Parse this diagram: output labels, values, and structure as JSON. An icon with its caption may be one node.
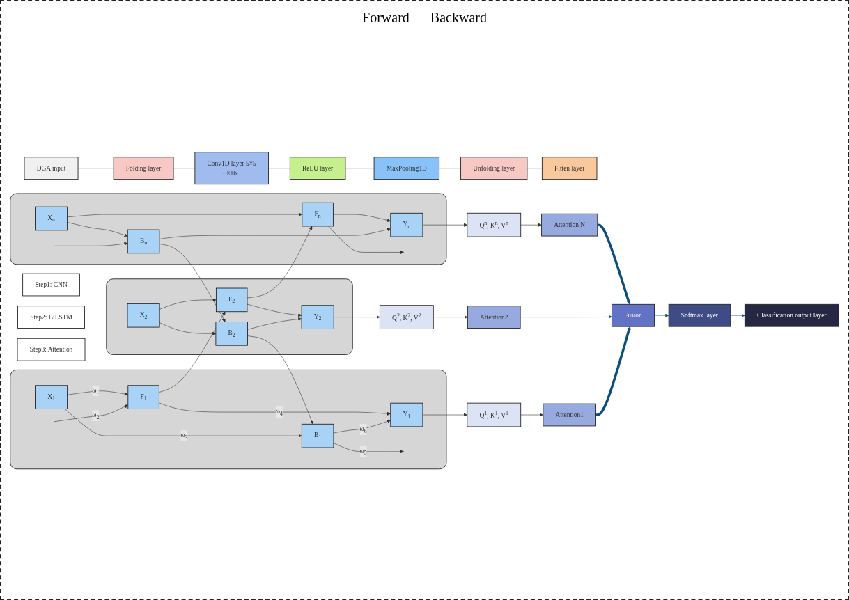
{
  "diagram": {
    "nodes": [
      {
        "text": [
          "DGA input"
        ]
      },
      {
        "text": [
          "Folding layer"
        ]
      },
      {
        "text": [
          "Conv1D layer 5×5",
          "···×16···"
        ]
      },
      {
        "text": [
          "ReLU layer"
        ]
      },
      {
        "text": [
          "MaxPooling1D"
        ]
      },
      {
        "text": [
          "Unfolding layer"
        ]
      },
      {
        "text": [
          "Fltten layer"
        ]
      },
      {
        "text": [],
        "shape": "box"
      },
      {
        "text": [
          "X$_{n}$"
        ],
        "in": 7
      },
      {
        "text": [
          "B$_{n}$"
        ],
        "in": 7
      },
      {
        "text": [
          "F$_{n}$"
        ],
        "in": 7
      },
      {
        "text": [
          "Y$_{n}$"
        ],
        "in": 7
      },
      {
        "text": [],
        "shape": "box"
      },
      {
        "text": [
          "X$_{2}$"
        ],
        "in": 12
      },
      {
        "text": [
          "B$_{2}$"
        ],
        "in": 12
      },
      {
        "text": [
          "F$_{2}$"
        ],
        "in": 12
      },
      {
        "text": [
          "Y$_{2}$"
        ],
        "in": 12
      },
      {
        "text": [],
        "shape": "box"
      },
      {
        "text": [
          "X$_{1}$"
        ],
        "in": 17
      },
      {
        "text": [
          "B$_{1}$"
        ],
        "in": 17
      },
      {
        "text": [
          "F$_{1}$"
        ],
        "in": 17
      },
      {
        "text": [
          "Y$_{1}$"
        ],
        "in": 17
      },
      {
        "text": [
          "Q$^{n}$, K$^{n}$, V$^{n}$"
        ]
      },
      {
        "text": [
          "Attention N"
        ]
      },
      {
        "text": [
          "Q$^{2}$, K$^{2}$, V$^{2}$"
        ]
      },
      {
        "text": [
          "Attention2"
        ]
      },
      {
        "text": [
          "Q$^{1}$, K$^{1}$, V$^{1}$"
        ]
      },
      {
        "text": [
          "Attention1"
        ]
      },
      {
        "text": [
          "Fusion"
        ]
      },
      {
        "text": [
          "Softmax layer"
        ]
      },
      {
        "text": [
          "Classification output layer"
        ]
      },
      {
        "text": [
          "Step1: CNN"
        ]
      },
      {
        "text": [
          "Step2: BiLSTM"
        ]
      },
      {
        "text": [
          "Step3: Attention"
        ]
      }
    ],
    "edges": [
      {
        "from": 0,
        "to": 1,
        "arrow": "none"
      },
      {
        "from": 1,
        "to": 2,
        "arrow": "none"
      },
      {
        "from": 2,
        "to": 3,
        "arrow": "none"
      },
      {
        "from": 3,
        "to": 4,
        "arrow": "none"
      },
      {
        "from": 4,
        "to": 5,
        "arrow": "none"
      },
      {
        "from": 5,
        "to": 6,
        "arrow": "none"
      },
      {
        "from": 8,
        "to": 9,
        "arrow": "to"
      },
      {
        "from": 8,
        "to": 10,
        "arrow": "to"
      },
      {
        "from": 10,
        "to": 11,
        "arrow": "to"
      },
      {
        "from": 9,
        "to": 11,
        "arrow": "to"
      },
      {
        "from": 11,
        "to": 22,
        "arrow": "to"
      },
      {
        "from": 22,
        "to": 23,
        "arrow": "to"
      },
      {
        "from": 10,
        "to": null,
        "arrow": "to"
      },
      {
        "from": null,
        "to": 9,
        "arrow": "to"
      },
      {
        "from": 13,
        "to": 14,
        "arrow": "to"
      },
      {
        "from": 13,
        "to": 15,
        "arrow": "to"
      },
      {
        "from": 15,
        "to": 16,
        "arrow": "to"
      },
      {
        "from": 14,
        "to": 16,
        "arrow": "to"
      },
      {
        "from": 16,
        "to": 24,
        "arrow": "to"
      },
      {
        "from": 24,
        "to": 25,
        "arrow": "to"
      },
      {
        "from": 15,
        "to": 10,
        "arrow": "to"
      },
      {
        "from": 9,
        "to": 14,
        "arrow": "to"
      },
      {
        "from": 18,
        "to": 19,
        "arrow": "to",
        "label": "ω$_{3}$"
      },
      {
        "from": 18,
        "to": 20,
        "arrow": "to",
        "label": "ω$_{1}$"
      },
      {
        "from": 20,
        "to": 21,
        "arrow": "to",
        "label": "ω$_{4}$"
      },
      {
        "from": 19,
        "to": 21,
        "arrow": "to",
        "label": "ω$_{6}$"
      },
      {
        "from": 21,
        "to": 26,
        "arrow": "to"
      },
      {
        "from": 26,
        "to": 27,
        "arrow": "to"
      },
      {
        "from": 20,
        "to": 15,
        "arrow": "to"
      },
      {
        "from": 14,
        "to": 19,
        "arrow": "to"
      },
      {
        "from": null,
        "to": 20,
        "arrow": "to",
        "label": "ω$_{2}$"
      },
      {
        "from": 19,
        "to": null,
        "arrow": "to",
        "label": "ω$_{5}$"
      },
      {
        "from": 23,
        "to": 28,
        "arrow": "to",
        "style": "thick",
        "color": "#0b4f7c"
      },
      {
        "from": 25,
        "to": 28,
        "arrow": "to",
        "color": "#0b4f7c"
      },
      {
        "from": 27,
        "to": 28,
        "arrow": "to",
        "style": "thick",
        "color": "#0b4f7c"
      },
      {
        "from": 28,
        "to": 29,
        "arrow": "to",
        "color": "#0b4f7c"
      },
      {
        "from": 29,
        "to": 30,
        "arrow": "to",
        "color": "#0b4f7c"
      }
    ],
    "labels": [
      "Forward",
      "Backward"
    ]
  }
}
